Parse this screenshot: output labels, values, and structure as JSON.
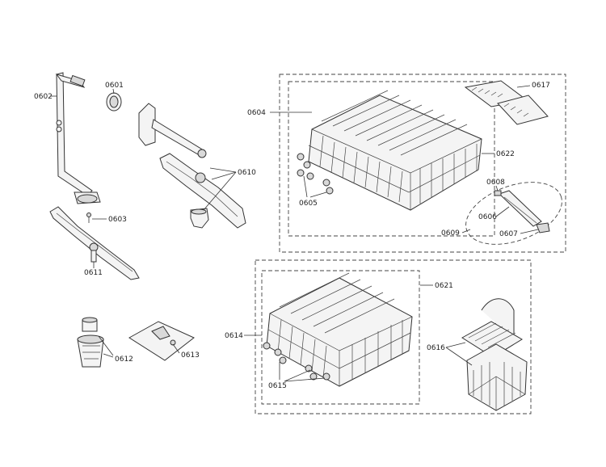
{
  "labels": {
    "l0601": "0601",
    "l0602": "0602",
    "l0603": "0603",
    "l0604": "0604",
    "l0605": "0605",
    "l0606": "0606",
    "l0607": "0607",
    "l0608": "0608",
    "l0609": "0609",
    "l0610": "0610",
    "l0611": "0611",
    "l0612": "0612",
    "l0613": "0613",
    "l0614": "0614",
    "l0615": "0615",
    "l0616": "0616",
    "l0617": "0617",
    "l0621": "0621",
    "l0622": "0622"
  }
}
